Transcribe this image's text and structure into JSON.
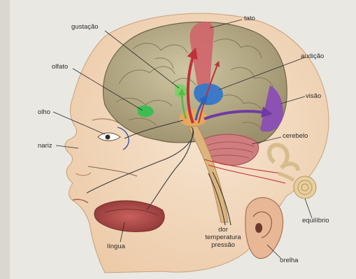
{
  "labels": {
    "tato": "tato",
    "gustacao": "gustação",
    "olfato": "olfato",
    "audicao": "audição",
    "olho": "olho",
    "visao": "visão",
    "nariz": "nariz",
    "cerebelo": "cerebelo",
    "equilibrio": "equilíbrio",
    "lingua": "língua",
    "dor": "dor",
    "temperatura": "temperatura",
    "pressao": "pressão",
    "orelha": "orelha"
  },
  "colors": {
    "page": "#e9e8e3",
    "skin": "#f3dcc3",
    "brain": "#b9ad88",
    "tato_area": "#d0646a",
    "gustacao_area": "#7fcf6a",
    "olfato_area": "#3dbd53",
    "audicao_area": "#3c79c6",
    "visao_area": "#8b52b3",
    "cerebelo": "#cf7d7e",
    "thalamus": "#e7a85c"
  }
}
